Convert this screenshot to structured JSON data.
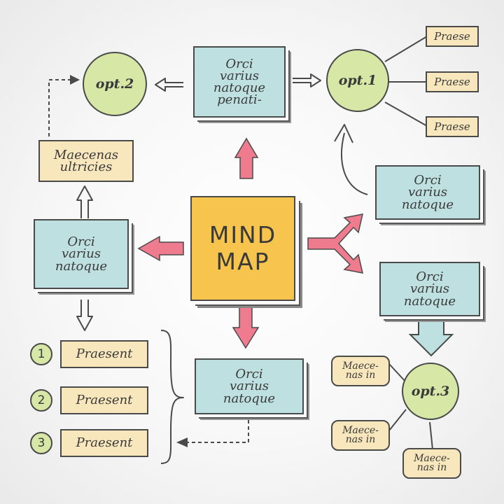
{
  "center": "MIND\nMAP",
  "nodes": {
    "top_box": "Orci\nvarius\nnatoque\npenati-",
    "left_box": "Orci\nvarius\nnatoque",
    "right_upper_box": "Orci\nvarius\nnatoque",
    "right_lower_box": "Orci\nvarius\nnatoque",
    "bottom_box": "Orci\nvarius\nnatoque",
    "maecenas_note": "Maecenas\nultricies"
  },
  "options": {
    "opt1": "opt.1",
    "opt2": "opt.2",
    "opt3": "opt.3"
  },
  "opt1_leaves": [
    "Praese",
    "Praese",
    "Praese"
  ],
  "opt3_leaves": [
    "Maece-\nnas in",
    "Maece-\nnas in",
    "Maece-\nnas in"
  ],
  "numbered_list": [
    {
      "num": "1",
      "label": "Praesent"
    },
    {
      "num": "2",
      "label": "Praesent"
    },
    {
      "num": "3",
      "label": "Praesent"
    }
  ],
  "colors": {
    "teal_box": "#bfe0e0",
    "center_box": "#f7c54e",
    "note": "#f8e7bd",
    "circle": "#d7e7a6",
    "arrow": "#ee7b8e",
    "outline": "#4a4a4a"
  }
}
